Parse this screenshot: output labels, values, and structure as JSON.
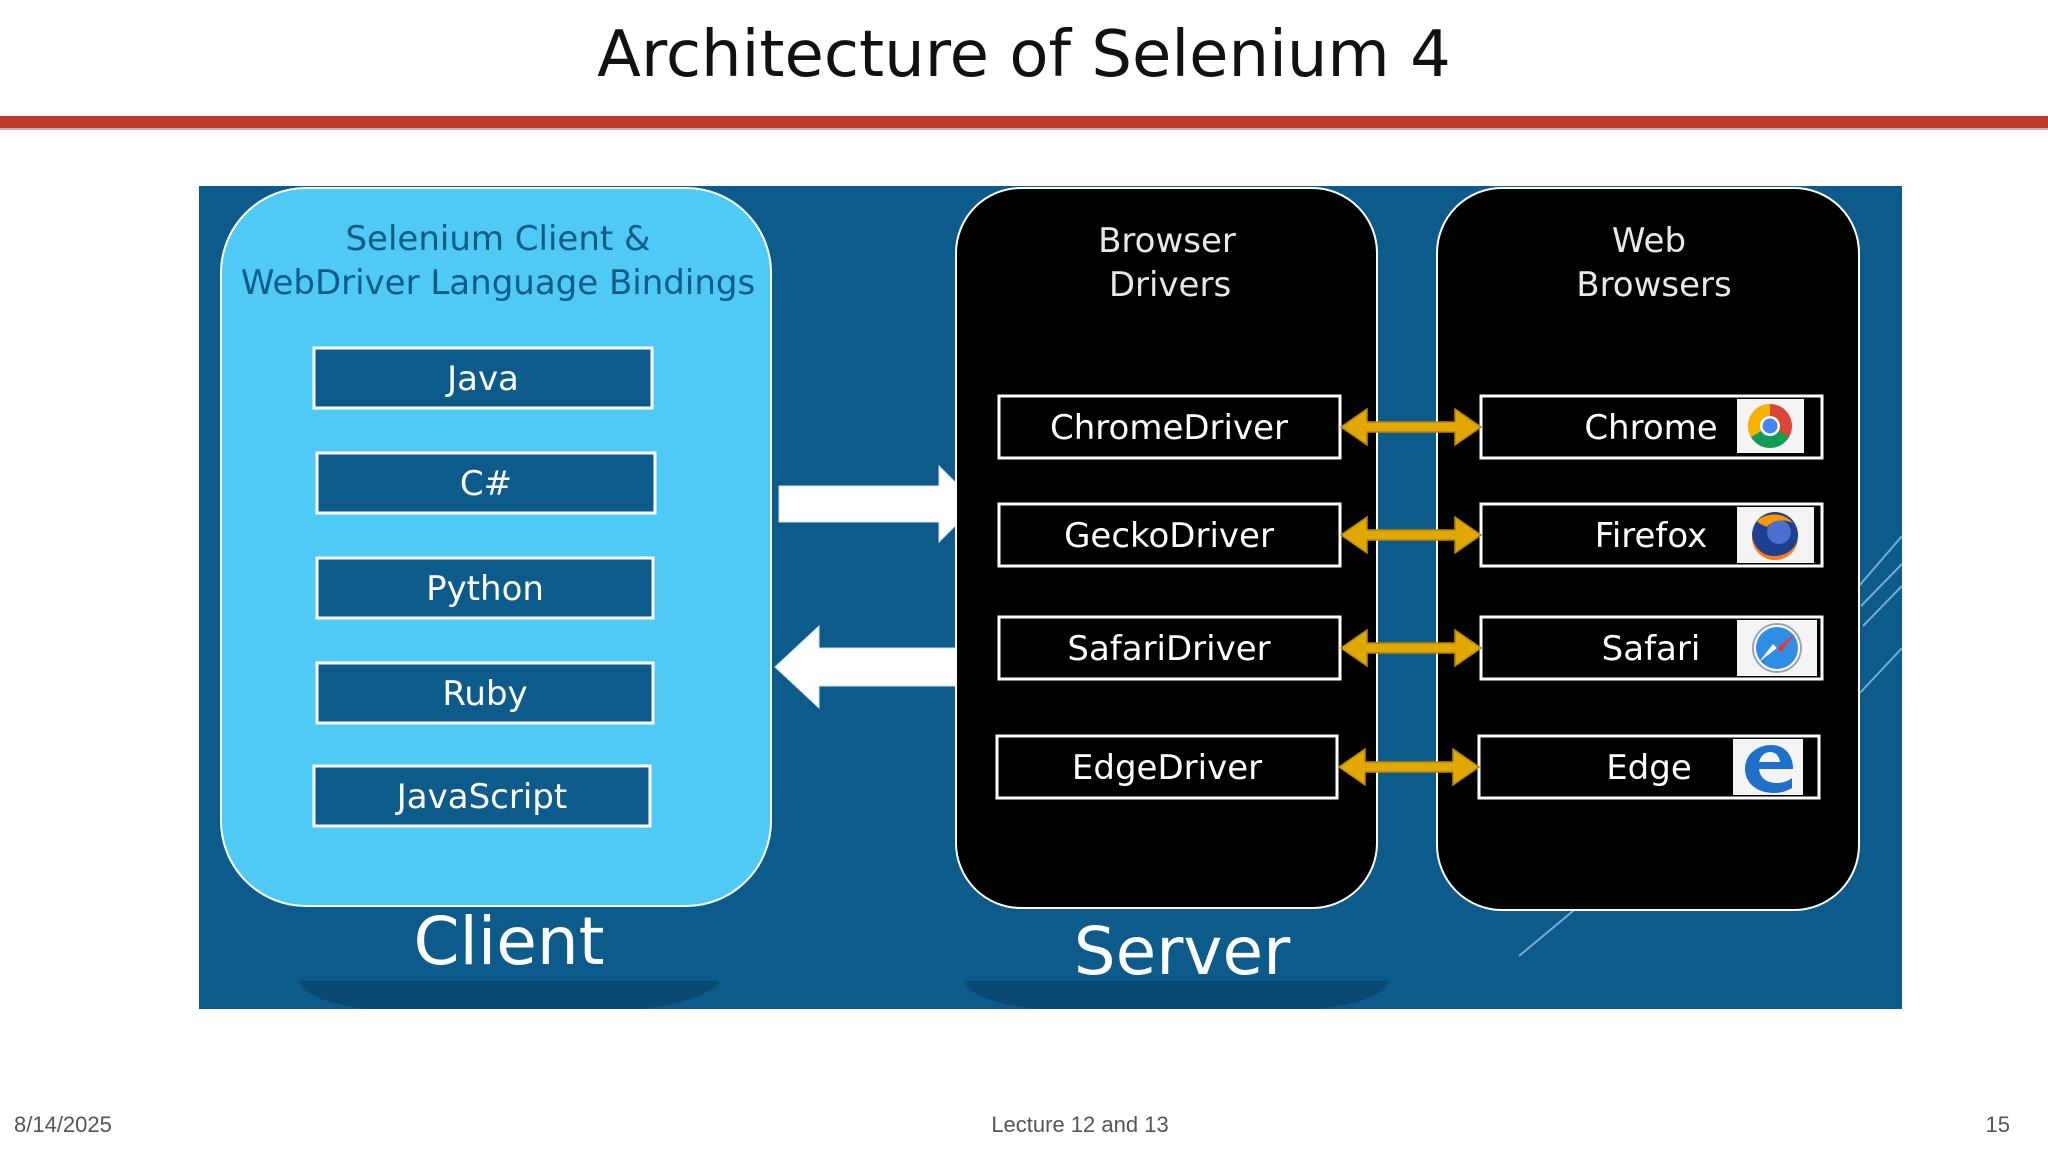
{
  "slide": {
    "title": "Architecture of Selenium 4"
  },
  "client_panel": {
    "heading_line1": "Selenium Client &",
    "heading_line2": "WebDriver Language Bindings",
    "languages": [
      "Java",
      "C#",
      "Python",
      "Ruby",
      "JavaScript"
    ],
    "footer_label": "Client"
  },
  "drivers_panel": {
    "heading_line1": "Browser",
    "heading_line2": "Drivers",
    "drivers": [
      "ChromeDriver",
      "GeckoDriver",
      "SafariDriver",
      "EdgeDriver"
    ]
  },
  "browsers_panel": {
    "heading_line1": "Web",
    "heading_line2": "Browsers",
    "browsers": [
      {
        "label": "Chrome",
        "icon": "chrome-icon"
      },
      {
        "label": "Firefox",
        "icon": "firefox-icon"
      },
      {
        "label": "Safari",
        "icon": "safari-icon"
      },
      {
        "label": "Edge",
        "icon": "edge-icon"
      }
    ]
  },
  "server_label": "Server",
  "footer": {
    "date": "8/14/2025",
    "lecture": "Lecture 12 and 13",
    "page": "15"
  },
  "colors": {
    "background": "#0d5b8b",
    "client_panel": "#4fcaf5",
    "box_fill": "#0d5b8b",
    "server_panel": "#000000",
    "connector": "#e0a800",
    "title_rule": "#c0392b"
  }
}
